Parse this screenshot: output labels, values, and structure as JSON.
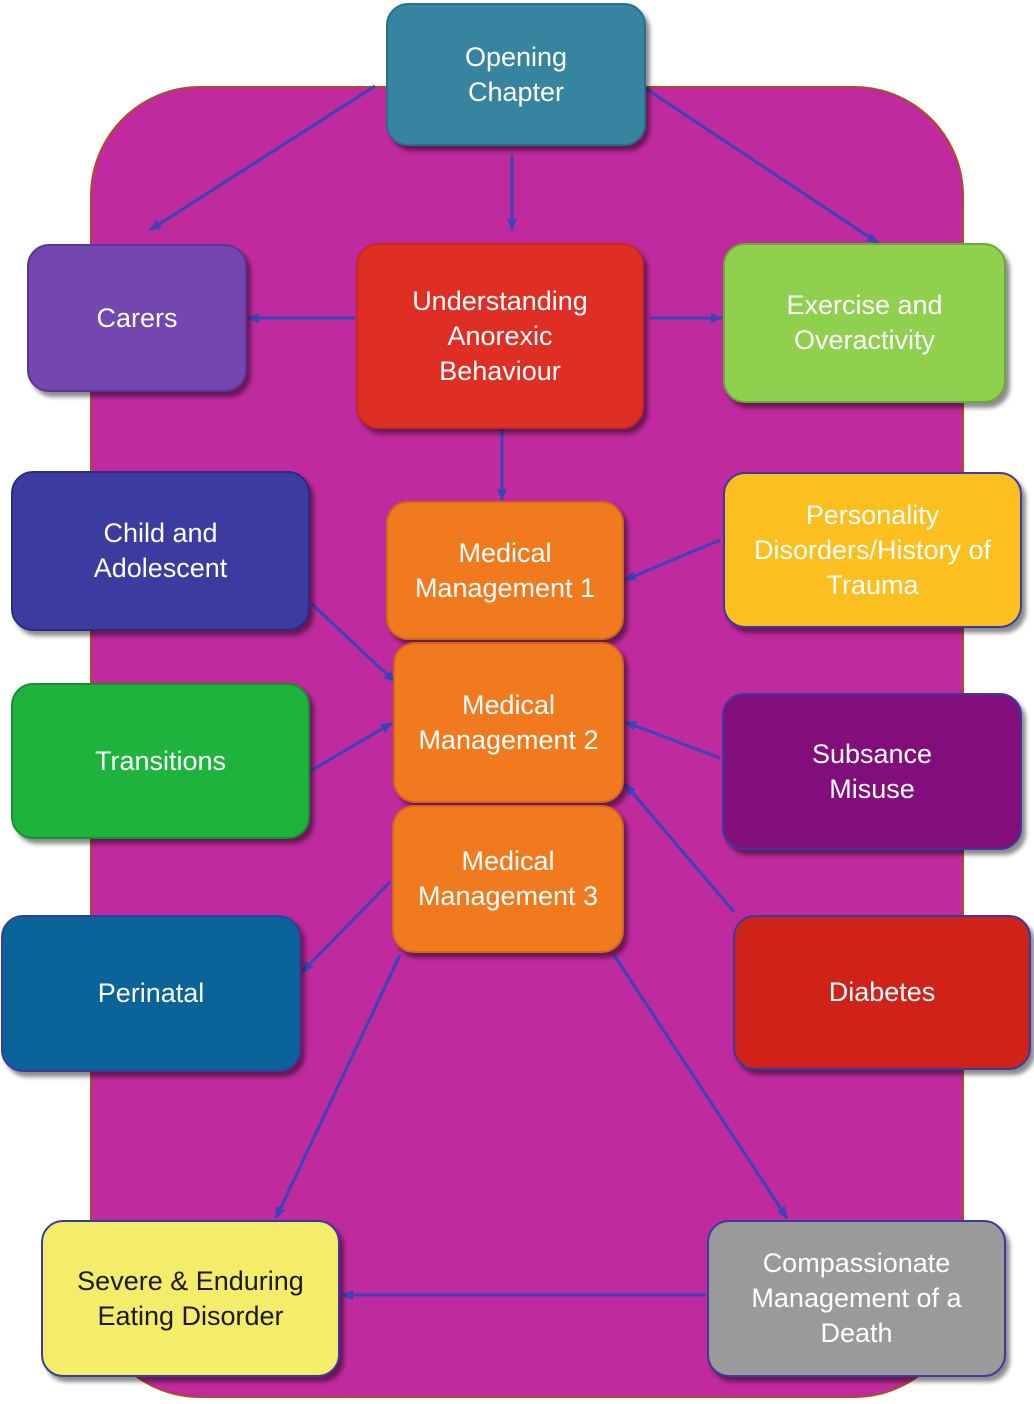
{
  "nodes": {
    "opening": {
      "label": "Opening\nChapter",
      "color": "#36849f",
      "border": "#2a6f8a"
    },
    "carers": {
      "label": "Carers",
      "color": "#7446b0",
      "border": "#5a3595"
    },
    "understanding": {
      "label": "Understanding\nAnorexic\nBehaviour",
      "color": "#df2f25",
      "border": "#c02a20"
    },
    "exercise": {
      "label": "Exercise and\nOveractivity",
      "color": "#8fd04f",
      "border": "#6ea83c"
    },
    "child": {
      "label": "Child and\nAdolescent",
      "color": "#3c3ca0",
      "border": "#2a2a85"
    },
    "med1": {
      "label": "Medical\nManagement 1",
      "color": "#f07a1d",
      "border": "#d0661a"
    },
    "personality": {
      "label": "Personality\nDisorders/History of\nTrauma",
      "color": "#fbbf1f",
      "border": "#3a3aa0"
    },
    "transitions": {
      "label": "Transitions",
      "color": "#1db33c",
      "border": "#178f30"
    },
    "med2": {
      "label": "Medical\nManagement 2",
      "color": "#f07a1d",
      "border": "#d0661a"
    },
    "substance": {
      "label": "Subsance\nMisuse",
      "color": "#820e7c",
      "border": "#3a3aa0"
    },
    "med3": {
      "label": "Medical\nManagement 3",
      "color": "#f07a1d",
      "border": "#d0661a"
    },
    "perinatal": {
      "label": "Perinatal",
      "color": "#0a6399",
      "border": "#3a3aa0"
    },
    "diabetes": {
      "label": "Diabetes",
      "color": "#cf2218",
      "border": "#3a3aa0"
    },
    "severe": {
      "label": "Severe &  Enduring\nEating Disorder",
      "color": "#f4ed6a",
      "border": "#3a3aa0"
    },
    "compassionate": {
      "label": "Compassionate\nManagement of a\nDeath",
      "color": "#9a9a9a",
      "border": "#3a3aa0"
    }
  },
  "colors": {
    "backdrop": "#bf2a9e",
    "arrow": "#3a44b8"
  }
}
